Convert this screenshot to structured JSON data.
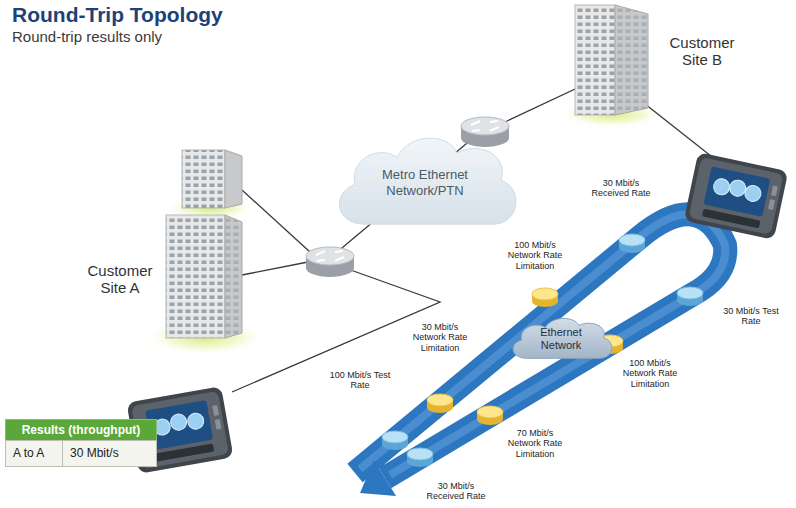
{
  "diagram": {
    "title": "Round-Trip Topology",
    "nodes": [
      {
        "text": [
          "Metro Ethernet Network/PTN"
        ]
      },
      {
        "text": [
          "Ethernet Network"
        ]
      }
    ],
    "labels": [
      "Round-trip results only",
      "Customer Site B",
      "Customer Site A",
      "30 Mbit/s Received Rate",
      "100 Mbit/s Network Rate Limitation",
      "30 Mbit/s Test Rate",
      "100 Mbit/s Network Rate Limitation",
      "70 Mbit/s Network Rate Limitation",
      "30 Mbit/s Received Rate",
      "100 Mbit/s Test Rate",
      "30 Mbit/s Network Rate Limitation",
      "Results (throughput)",
      "A to A",
      "30 Mbit/s"
    ]
  }
}
